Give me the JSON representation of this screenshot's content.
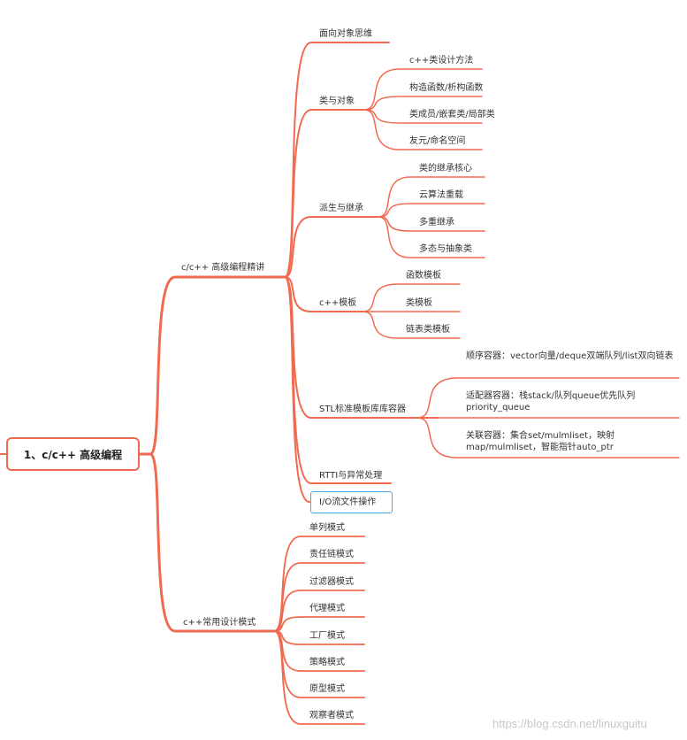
{
  "root": "1、c/c++ 高级编程",
  "branches": [
    {
      "label": "c/c++ 高级编程精讲",
      "children": [
        {
          "label": "面向对象思维"
        },
        {
          "label": "类与对象",
          "children": [
            "c++类设计方法",
            "构造函数/析构函数",
            "类成员/嵌套类/局部类",
            "友元/命名空间"
          ]
        },
        {
          "label": "派生与继承",
          "children": [
            "类的继承核心",
            "云算法重载",
            "多重继承",
            "多态与抽象类"
          ]
        },
        {
          "label": "c++模板",
          "children": [
            "函数模板",
            "类模板",
            "链表类模板"
          ]
        },
        {
          "label": "STL标准模板库库容器",
          "children": [
            "顺序容器：vector向量/deque双端队列/list双向链表",
            "适配器容器：栈stack/队列queue优先队列priority_queue",
            "关联容器：集合set/mulmliset，映射map/mulmliset，智能指针auto_ptr"
          ]
        },
        {
          "label": "RTTI与异常处理"
        },
        {
          "label": "I/O流文件操作"
        }
      ]
    },
    {
      "label": "c++常用设计模式",
      "children": [
        "单列模式",
        "责任链模式",
        "过滤器模式",
        "代理模式",
        "工厂模式",
        "策略模式",
        "原型模式",
        "观察者模式"
      ]
    }
  ],
  "watermark": "https://blog.csdn.net/linuxguitu",
  "colors": {
    "edge": "#f06a50",
    "selected": "#4aa8e8"
  }
}
